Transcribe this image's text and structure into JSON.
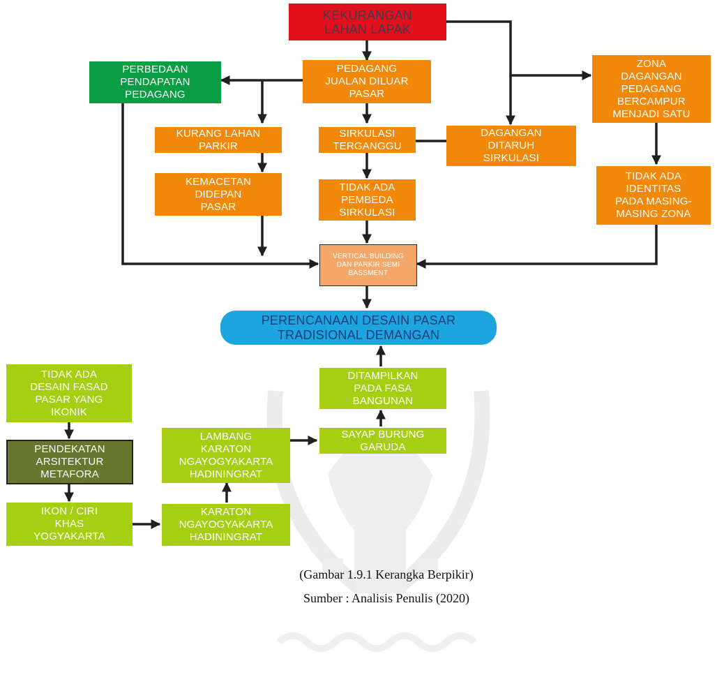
{
  "nodes": {
    "kekurangan": "KEKURANGAN\nLAHAN LAPAK",
    "perbedaan": "PERBEDAAN\nPENDAPATAN\nPEDAGANG",
    "pedagang_jualan": "PEDAGANG\nJUALAN DILUAR\nPASAR",
    "zona": "ZONA\nDAGANGAN\nPEDAGANG\nBERCAMPUR\nMENJADI SATU",
    "kurang_parkir": "KURANG LAHAN\nPARKIR",
    "sirkulasi": "SIRKULASI\nTERGANGGU",
    "dagangan": "DAGANGAN\nDITARUH\nSIRKULASI",
    "kemacetan": "KEMACETAN\nDIDEPAN\nPASAR",
    "tidak_ada_pembeda": "TIDAK ADA\nPEMBEDA\nSIRKULASI",
    "tidak_ada_identitas": "TIDAK ADA\nIDENTITAS\nPADA MASING-\nMASING ZONA",
    "vertical": "VERTICAL BUILDING\nDAN PARKIR SEMI\nBASSMENT",
    "perencanaan": "PERENCANAAN DESAIN PASAR\nTRADISIONAL DEMANGAN",
    "tidak_ada_fasad": "TIDAK ADA\nDESAIN FASAD\nPASAR YANG\nIKONIK",
    "ditampilkan": "DITAMPILKAN\nPADA FASA\nBANGUNAN",
    "pendekatan": "PENDEKATAN\nARSITEKTUR\nMETAFORA",
    "lambang": "LAMBANG\nKARATON\nNGAYOGYAKARTA\nHADININGRAT",
    "sayap": "SAYAP BURUNG\nGARUDA",
    "ikon": "IKON / CIRI\nKHAS\nYOGYAKARTA",
    "karaton": "KARATON\nNGAYOGYAKARTA\nHADININGRAT"
  },
  "caption": {
    "figure": "(Gambar 1.9.1 Kerangka Berpikir)",
    "source": "Sumber : Analisis Penulis (2020)"
  },
  "colors": {
    "red": "#e2101d",
    "green": "#0a9e44",
    "orange": "#f2880a",
    "light_orange": "#f3a869",
    "blue": "#1da5e0",
    "lime": "#a6cf14",
    "olive": "#67772d",
    "arrow": "#231f20"
  }
}
